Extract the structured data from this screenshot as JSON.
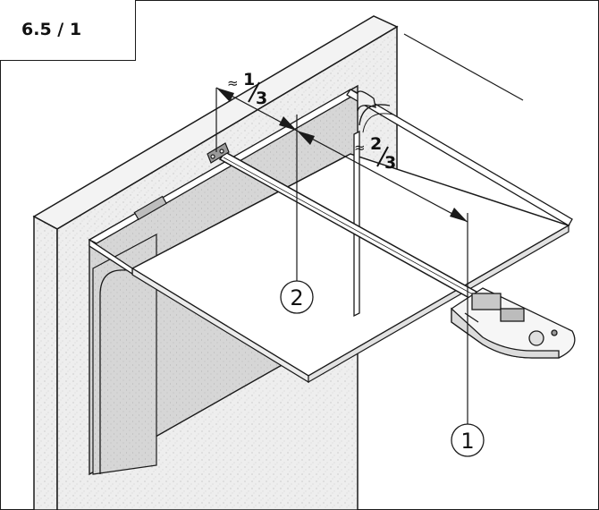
{
  "figure": {
    "label": "6.5 / 1",
    "approx_symbol": "≈",
    "fraction_left": {
      "num": "1",
      "den": "3"
    },
    "fraction_right": {
      "num": "2",
      "den": "3"
    },
    "callout_1": "1",
    "callout_2": "2"
  },
  "colors": {
    "line": "#1a1a1a",
    "wall_fill": "#ebebeb",
    "door_fill": "#d4d4d4",
    "background": "#ffffff"
  }
}
